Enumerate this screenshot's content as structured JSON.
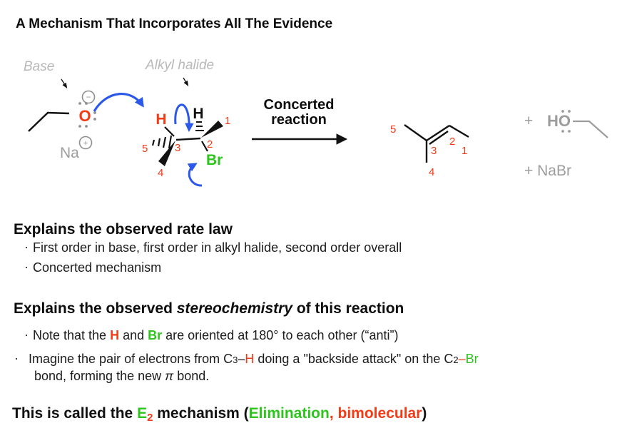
{
  "title": "A Mechanism That Incorporates All The Evidence",
  "bullet": "·",
  "colors": {
    "red": "#f53a16",
    "green": "#2ec41e",
    "blue": "#2b58e8",
    "gray": "#9d9d9d",
    "light_gray": "#b8b8b8",
    "black": "#111111"
  },
  "scheme": {
    "base_label": "Base",
    "alkyl_halide_label": "Alkyl halide",
    "minus": "−",
    "plus": "+",
    "na": "Na",
    "o": "O",
    "h_red": "H",
    "h_black": "H",
    "br": "Br",
    "substrate_numbers": {
      "n1": "1",
      "n2": "2",
      "n3": "3",
      "n4": "4",
      "n5": "5"
    },
    "concerted_line1": "Concerted",
    "concerted_line2": "reaction",
    "product_numbers": {
      "n1": "1",
      "n2": "2",
      "n3": "3",
      "n4": "4",
      "n5": "5"
    },
    "plus_sign": "+",
    "ho": "HO",
    "plus_nabr": "+ NaBr"
  },
  "rate_law": {
    "heading": "Explains the observed rate law",
    "bullet1": "First order in base, first order in alkyl halide, second order overall",
    "bullet2": "Concerted mechanism"
  },
  "stereo": {
    "heading_pre": "Explains the observed ",
    "heading_italic": "stereochemistry",
    "heading_post": " of this reaction",
    "b1_pre": "Note that the ",
    "b1_h": "H",
    "b1_mid": " and ",
    "b1_br": "Br",
    "b1_post": " are oriented at 180° to each other (“anti”)",
    "b2_p1": "Imagine the pair of electrons from C",
    "b2_sub1": "3",
    "b2_dash1": "–",
    "b2_h": "H",
    "b2_p2": " doing a \"backside attack\" on the C",
    "b2_sub2": "2",
    "b2_dash2": "–",
    "b2_br": "Br",
    "b2_l2a": "bond, forming the new ",
    "b2_pi": "π",
    "b2_l2b": " bond."
  },
  "e2": {
    "pre": "This is called the ",
    "e": "E",
    "sub": "2",
    "mid": " mechanism (",
    "elimination": "Elimination",
    "comma": ",",
    "space": " ",
    "bimolecular": "bimolecular",
    "close": ")"
  }
}
